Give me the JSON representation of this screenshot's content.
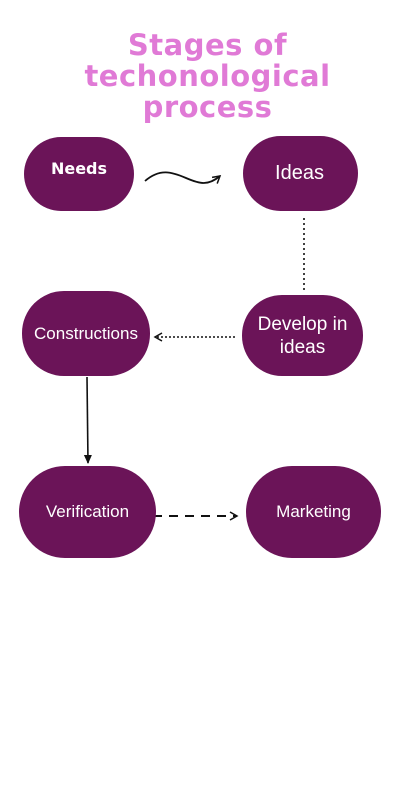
{
  "title": {
    "line1": "Stages of",
    "line2": "techonological",
    "line3": "process"
  },
  "nodes": {
    "needs": "Needs",
    "ideas": "Ideas",
    "constructions": "Constructions",
    "develop_line1": "Develop in",
    "develop_line2": "ideas",
    "verification": "Verification",
    "marketing": "Marketing"
  },
  "colors": {
    "title": "#e07ad6",
    "node_fill": "#6b1458",
    "node_text": "#ffffff",
    "connector": "#111111"
  }
}
